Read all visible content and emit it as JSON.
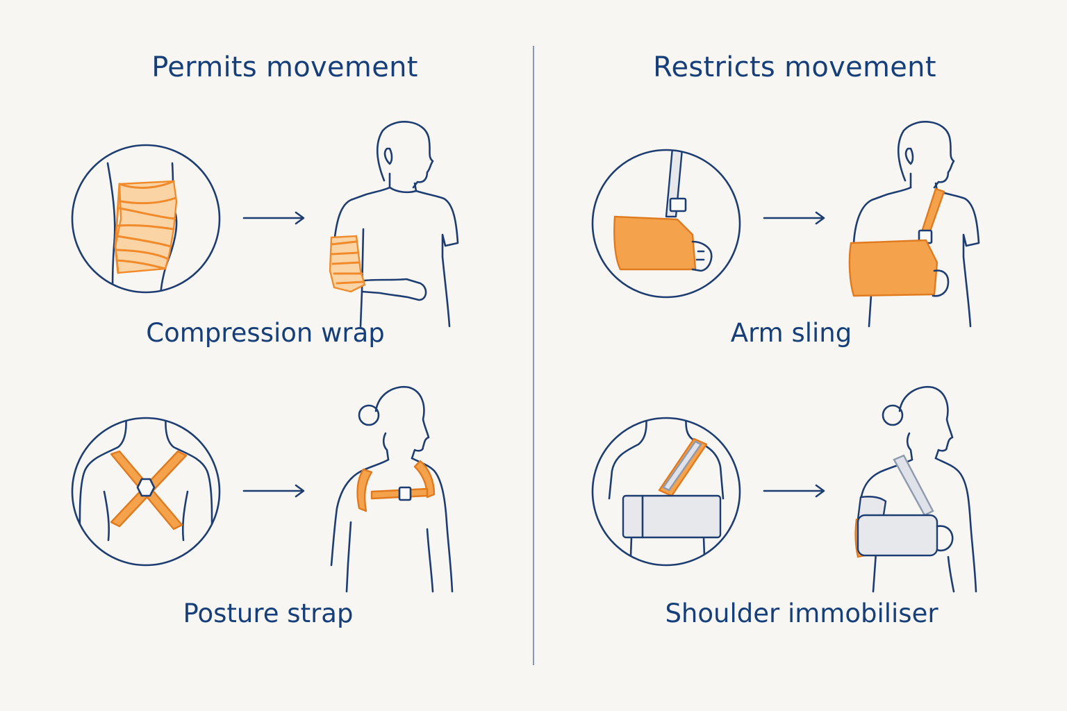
{
  "headings": {
    "left": "Permits movement",
    "right": "Restricts movement"
  },
  "items": {
    "compression_wrap": "Compression wrap",
    "posture_strap": "Posture strap",
    "arm_sling": "Arm sling",
    "shoulder_immobiliser": "Shoulder immobiliser"
  },
  "colors": {
    "heading_text": "#163f7a",
    "line_art": "#1d3d72",
    "accent_orange": "#f5a24d",
    "background": "#f7f6f2"
  }
}
